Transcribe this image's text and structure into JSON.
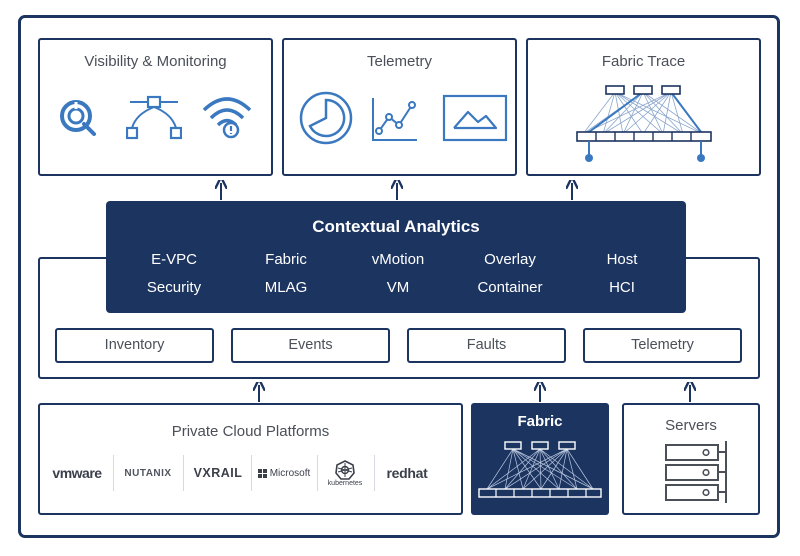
{
  "panels": {
    "visibility": {
      "title": "Visibility & Monitoring",
      "icons": [
        "donut-chart-icon",
        "vector-path-icon",
        "wifi-alert-icon"
      ]
    },
    "telemetry": {
      "title": "Telemetry",
      "icons": [
        "pie-chart-icon",
        "line-chart-icon",
        "image-mountain-icon"
      ]
    },
    "fabric_trace": {
      "title": "Fabric Trace",
      "icons": [
        "network-trace-icon"
      ]
    }
  },
  "analytics": {
    "title": "Contextual Analytics",
    "row1": [
      "E-VPC",
      "Fabric",
      "vMotion",
      "Overlay",
      "Host"
    ],
    "row2": [
      "Security",
      "MLAG",
      "VM",
      "Container",
      "HCI"
    ]
  },
  "sources": [
    "Inventory",
    "Events",
    "Faults",
    "Telemetry"
  ],
  "platforms": {
    "title": "Private Cloud Platforms",
    "logos": [
      "vmware",
      "NUTANIX",
      "VXRAIL",
      "Microsoft",
      "kubernetes",
      "redhat"
    ]
  },
  "fabric": {
    "title": "Fabric",
    "icon": "leaf-spine-icon"
  },
  "servers": {
    "title": "Servers",
    "icon": "server-rack-icon"
  },
  "colors": {
    "navy": "#1c3460",
    "icon_blue": "#3a78c0",
    "text_gray": "#4a4f58"
  }
}
